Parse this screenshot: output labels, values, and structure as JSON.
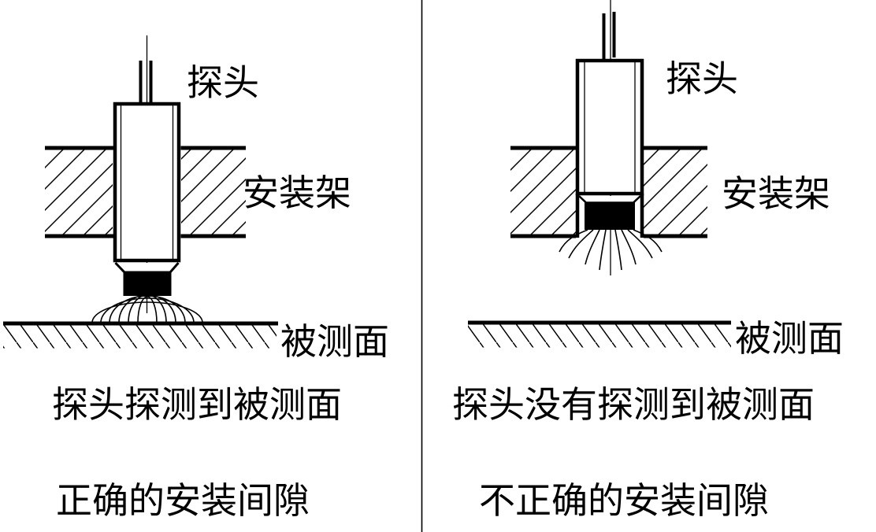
{
  "figure": {
    "background_color": "#ffffff",
    "line_color": "#000000"
  },
  "left_panel": {
    "probe_label": "探头",
    "bracket_label": "安装架",
    "surface_label": "被测面",
    "caption_line1": "探头探测到被测面",
    "caption_line2": "正确的安装间隙"
  },
  "right_panel": {
    "probe_label": "探头",
    "bracket_label": "安装架",
    "surface_label": "被测面",
    "caption_line1": "探头没有探测到被测面",
    "caption_line2": "不正确的安装间隙"
  }
}
